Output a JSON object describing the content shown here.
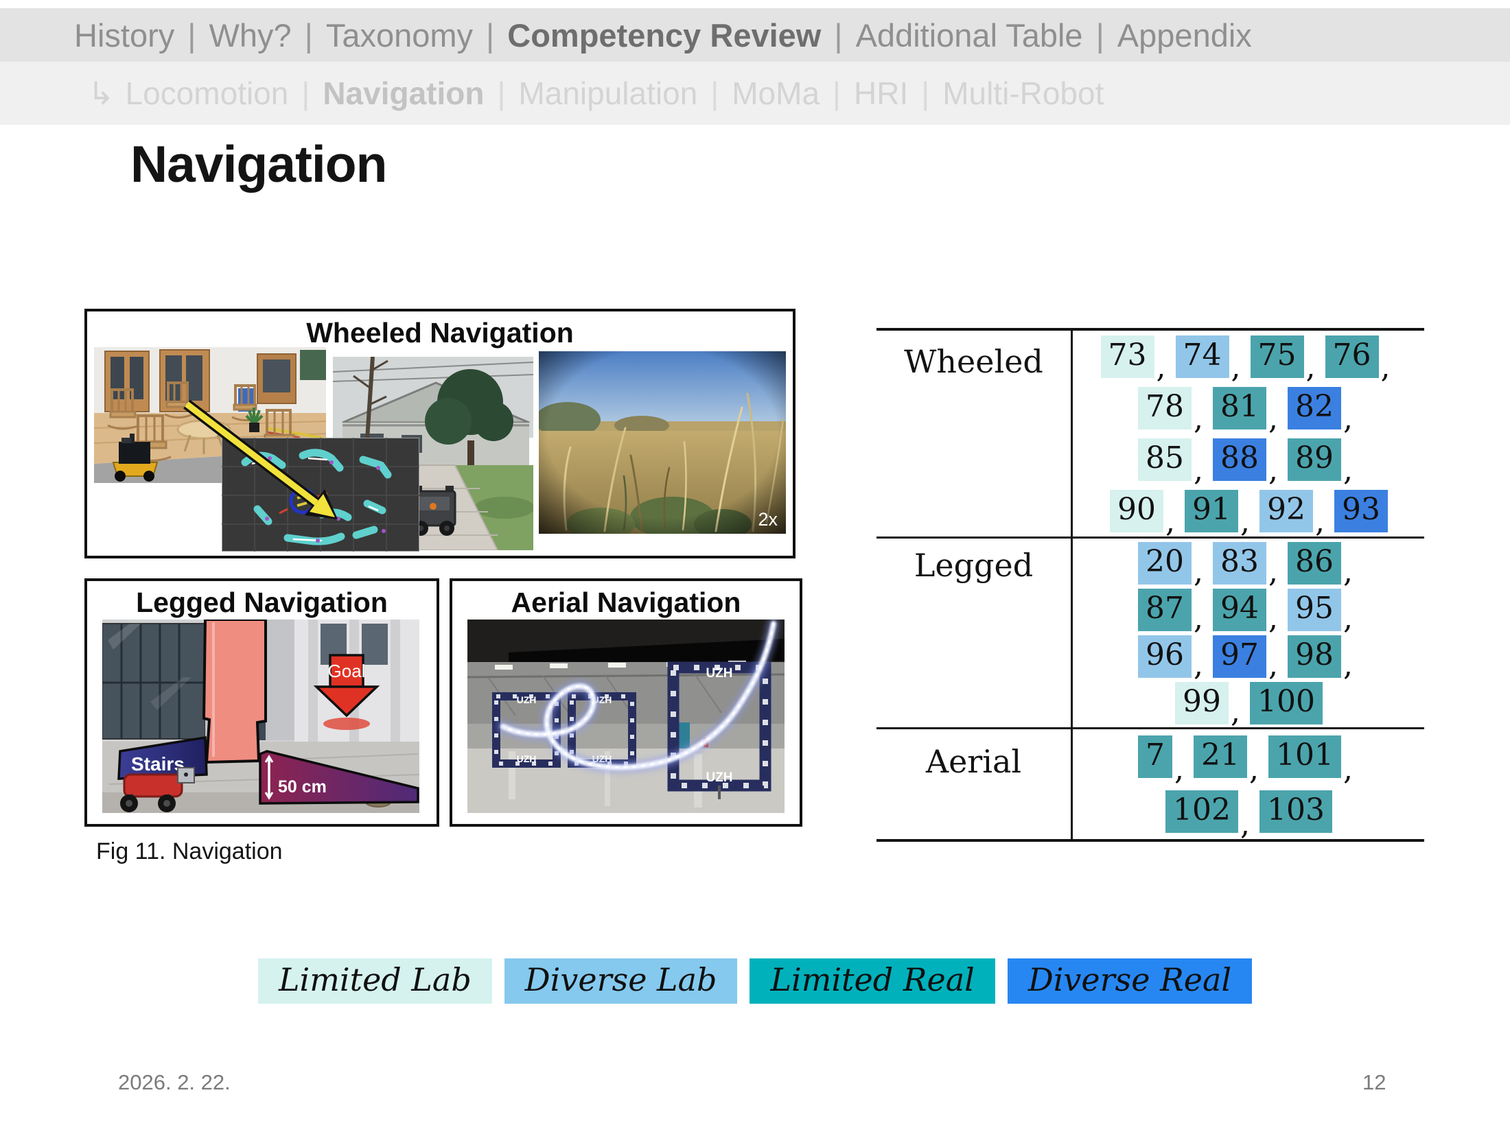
{
  "nav_primary": {
    "separator": "|",
    "items": [
      {
        "label": "History",
        "active": false
      },
      {
        "label": "Why?",
        "active": false
      },
      {
        "label": "Taxonomy",
        "active": false
      },
      {
        "label": "Competency Review",
        "active": true
      },
      {
        "label": "Additional Table",
        "active": false
      },
      {
        "label": "Appendix",
        "active": false
      }
    ]
  },
  "nav_secondary": {
    "prefix": "↳",
    "separator": "|",
    "items": [
      {
        "label": "Locomotion",
        "active": false
      },
      {
        "label": "Navigation",
        "active": true
      },
      {
        "label": "Manipulation",
        "active": false
      },
      {
        "label": "MoMa",
        "active": false
      },
      {
        "label": "HRI",
        "active": false
      },
      {
        "label": "Multi-Robot",
        "active": false
      }
    ]
  },
  "title": "Navigation",
  "figure": {
    "caption": "Fig 11. Navigation",
    "wheeled": {
      "title": "Wheeled Navigation",
      "speed_badge": "2x"
    },
    "legged": {
      "title": "Legged Navigation",
      "labels": {
        "stairs": "Stairs",
        "goal": "Goal",
        "height": "50 cm"
      }
    },
    "aerial": {
      "title": "Aerial Navigation",
      "gate_label": "UZH"
    }
  },
  "categories": {
    "LL": {
      "name": "Limited Lab",
      "cell_color": "#d6f1ee",
      "legend_color": "#d5f2ef"
    },
    "DL": {
      "name": "Diverse Lab",
      "cell_color": "#92c6e9",
      "legend_color": "#85c9ee"
    },
    "LR": {
      "name": "Limited Real",
      "cell_color": "#4ba4ac",
      "legend_color": "#00b1bc"
    },
    "DR": {
      "name": "Diverse Real",
      "cell_color": "#3b80e1",
      "legend_color": "#2787f2"
    }
  },
  "legend_order": [
    "LL",
    "DL",
    "LR",
    "DR"
  ],
  "table": {
    "rows": [
      {
        "label": "Wheeled",
        "lines": [
          {
            "items": [
              {
                "n": "73",
                "cat": "LL"
              },
              {
                "n": "74",
                "cat": "DL"
              },
              {
                "n": "75",
                "cat": "LR"
              },
              {
                "n": "76",
                "cat": "LR"
              }
            ],
            "trailing_comma": true
          },
          {
            "items": [
              {
                "n": "78",
                "cat": "LL"
              },
              {
                "n": "81",
                "cat": "LR"
              },
              {
                "n": "82",
                "cat": "DR"
              }
            ],
            "trailing_comma": true
          },
          {
            "items": [
              {
                "n": "85",
                "cat": "LL"
              },
              {
                "n": "88",
                "cat": "DR"
              },
              {
                "n": "89",
                "cat": "LR"
              }
            ],
            "trailing_comma": true
          },
          {
            "items": [
              {
                "n": "90",
                "cat": "LL"
              },
              {
                "n": "91",
                "cat": "LR"
              },
              {
                "n": "92",
                "cat": "DL"
              },
              {
                "n": "93",
                "cat": "DR"
              }
            ],
            "trailing_comma": false
          }
        ]
      },
      {
        "label": "Legged",
        "lines": [
          {
            "items": [
              {
                "n": "20",
                "cat": "DL"
              },
              {
                "n": "83",
                "cat": "DL"
              },
              {
                "n": "86",
                "cat": "LR"
              }
            ],
            "trailing_comma": true
          },
          {
            "items": [
              {
                "n": "87",
                "cat": "LR"
              },
              {
                "n": "94",
                "cat": "LR"
              },
              {
                "n": "95",
                "cat": "DL"
              }
            ],
            "trailing_comma": true
          },
          {
            "items": [
              {
                "n": "96",
                "cat": "DL"
              },
              {
                "n": "97",
                "cat": "DR"
              },
              {
                "n": "98",
                "cat": "LR"
              }
            ],
            "trailing_comma": true
          },
          {
            "items": [
              {
                "n": "99",
                "cat": "LL"
              },
              {
                "n": "100",
                "cat": "LR"
              }
            ],
            "trailing_comma": false
          }
        ]
      },
      {
        "label": "Aerial",
        "lines": [
          {
            "items": [
              {
                "n": "7",
                "cat": "LR"
              },
              {
                "n": "21",
                "cat": "LR"
              },
              {
                "n": "101",
                "cat": "LR"
              }
            ],
            "trailing_comma": true
          },
          {
            "items": [
              {
                "n": "102",
                "cat": "LR"
              },
              {
                "n": "103",
                "cat": "LR"
              }
            ],
            "trailing_comma": false
          }
        ]
      }
    ]
  },
  "footer": {
    "date": "2026. 2. 22.",
    "page": "12"
  }
}
